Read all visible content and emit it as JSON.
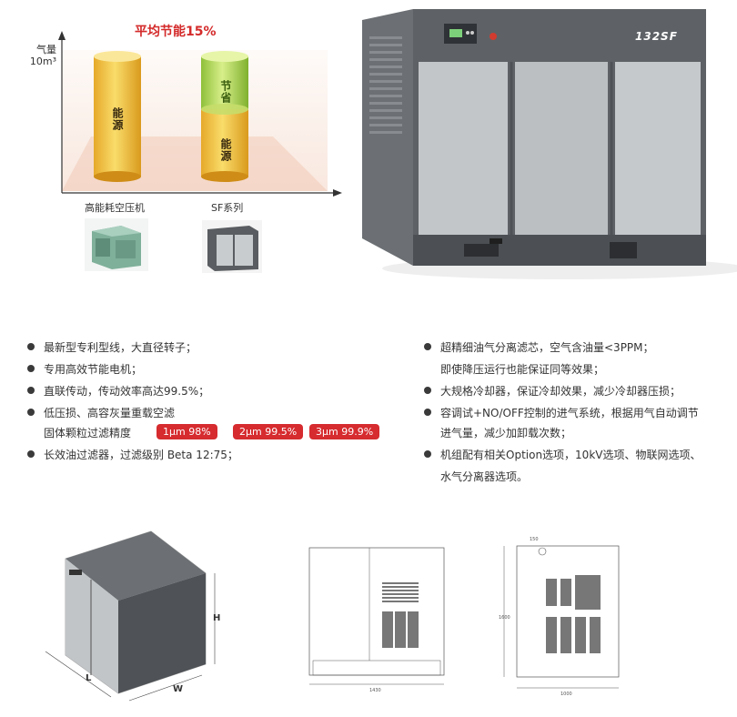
{
  "colors": {
    "accent_red": "#d62b2f",
    "title_red": "#d42a2a",
    "machine_gray": "#5e6266",
    "panel_gray": "#b9bcbf"
  },
  "energy_chart": {
    "title": "平均节能15%",
    "ylabel_line1": "气量",
    "ylabel_line2": "10m³",
    "cat_left": "高能耗空压机",
    "cat_right": "SF系列",
    "left_cylinder_text": "能源",
    "right_top_text": "节省",
    "right_bottom_text": "能源",
    "saving_percent": 15
  },
  "machine": {
    "model_label": "132SF"
  },
  "features_left": [
    "最新型专利型线，大直径转子；",
    "专用高效节能电机；",
    "直联传动，传动效率高达99.5%；",
    "低压损、高容灰量重载空滤",
    "长效油过滤器，过滤级别 Beta 12:75；"
  ],
  "filter_precision_label": "固体颗粒过滤精度",
  "filter_badges": [
    "1μm 98%",
    "2μm 99.5%",
    "3μm 99.9%"
  ],
  "features_right": [
    {
      "line1": "超精细油气分离滤芯，空气含油量<3PPM；",
      "line2": "即使降压运行也能保证同等效果；"
    },
    {
      "line1": "大规格冷却器，保证冷却效果，减少冷却器压损；",
      "line2": ""
    },
    {
      "line1": "容调试+NO/OFF控制的进气系统，根据用气自动调节",
      "line2": "进气量，减少加卸载次数；"
    },
    {
      "line1": "机组配有相关Option选项，10kV选项、物联网选项、",
      "line2": "水气分离器选项。"
    }
  ],
  "dimension_labels": {
    "height": "H",
    "length": "L",
    "width": "W"
  },
  "drawing_dims": {
    "front_width": "1430",
    "side_width": "1000",
    "side_height": "1600",
    "side_top": "150"
  }
}
